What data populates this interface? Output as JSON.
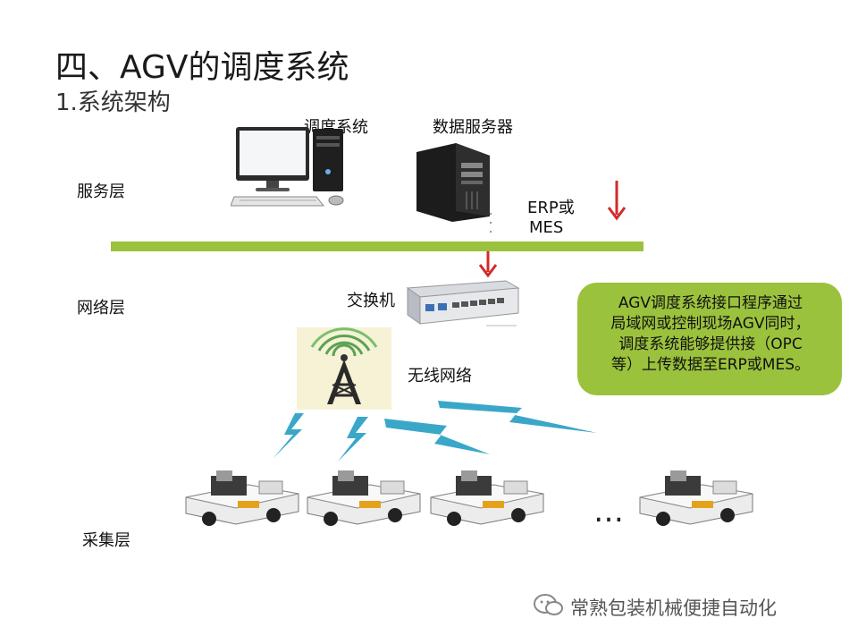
{
  "title": "四、AGV的调度系统",
  "subtitle": "1.系统架构",
  "layers": {
    "service": "服务层",
    "network": "网络层",
    "collection": "采集层"
  },
  "labels": {
    "dispatch_system": "调度系统",
    "data_server": "数据服务器",
    "erp_mes_line1": "ERP或",
    "erp_mes_line2": "MES",
    "switch": "交换机",
    "wireless": "无线网络",
    "ellipsis": "…"
  },
  "note": {
    "lines": [
      "AGV调度系统接口程序通过",
      "局域网或控制现场AGV同时，",
      "调度系统能够提供接（OPC",
      "等）上传数据至ERP或MES。"
    ]
  },
  "watermark": "常熟包装机械便捷自动化",
  "colors": {
    "bar_green": "#9bc23c",
    "arrow_red": "#d42a2a",
    "signal_blue": "#3aa7c9"
  }
}
